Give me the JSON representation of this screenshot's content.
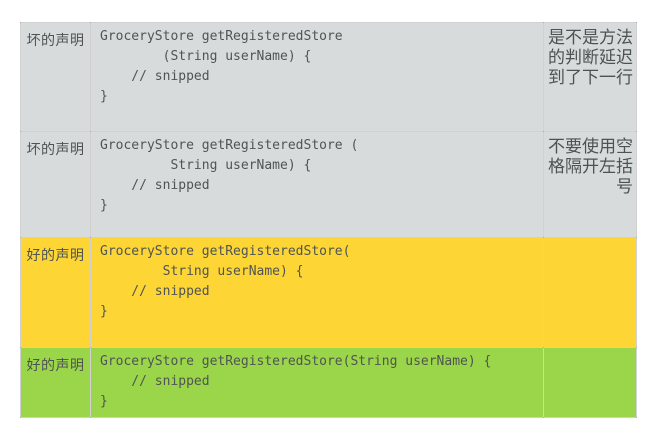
{
  "page": {
    "background_color": "#ffffff"
  },
  "colors": {
    "bad_row_bg": "#d8dbdb",
    "good_row_yellow_bg": "#fdd535",
    "good_row_green_bg": "#9bd64a",
    "text_color": "#4d5252",
    "code_text_color": "#4f5454",
    "border_color": "rgba(0,0,0,0.18)"
  },
  "table": {
    "columns": [
      "label",
      "code",
      "note"
    ],
    "rows": [
      {
        "label": "坏的声明",
        "kind": "bad",
        "bg_color": "#d8dbdb",
        "code": "GroceryStore getRegisteredStore\n        (String userName) {\n    // snipped\n}",
        "note": "是不是方法\n的判断延迟\n到了下一行"
      },
      {
        "label": "坏的声明",
        "kind": "bad",
        "bg_color": "#d8dbdb",
        "code": "GroceryStore getRegisteredStore (\n         String userName) {\n    // snipped\n}",
        "note": "不要使用空\n格隔开左括\n号"
      },
      {
        "label": "好的声明",
        "kind": "good",
        "bg_color": "#fdd535",
        "code": "GroceryStore getRegisteredStore(\n        String userName) {\n    // snipped\n}",
        "note": ""
      },
      {
        "label": "好的声明",
        "kind": "good",
        "bg_color": "#9bd64a",
        "code": "GroceryStore getRegisteredStore(String userName) {\n    // snipped\n}",
        "note": ""
      }
    ]
  }
}
